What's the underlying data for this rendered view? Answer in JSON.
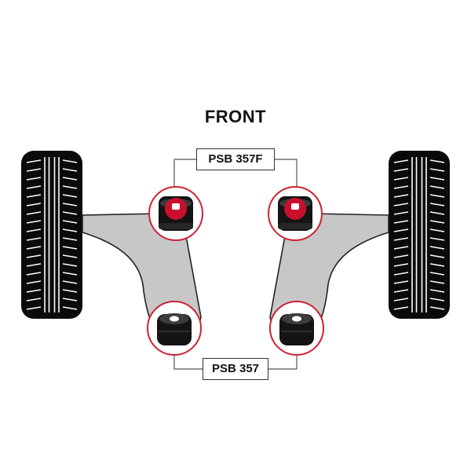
{
  "diagram": {
    "title": "FRONT",
    "part_labels": {
      "front_bush": "PSB 357F",
      "rear_bush": "PSB 357"
    },
    "colors": {
      "arm_fill": "#c7c7c7",
      "arm_stroke": "#222222",
      "tyre": "#0a0a0a",
      "highlight_ring": "#cc2233",
      "bush_red": "#c8102e",
      "bush_black": "#141414",
      "leader_line": "#555555"
    }
  }
}
